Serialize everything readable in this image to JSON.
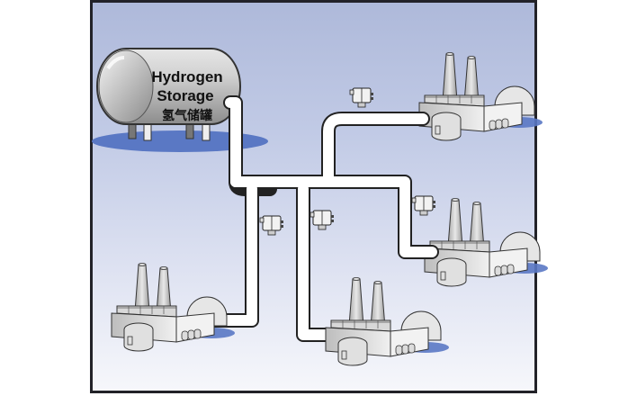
{
  "diagram": {
    "title": "Hydrogen storage distribution network",
    "storage_tank": {
      "label_line1": "Hydrogen",
      "label_line2": "Storage",
      "label_cn": "氢气储罐"
    },
    "nodes": [
      {
        "id": "plant-top-right",
        "type": "power-plant",
        "meter": true
      },
      {
        "id": "plant-middle-right",
        "type": "power-plant",
        "meter": true
      },
      {
        "id": "plant-bottom-center",
        "type": "power-plant",
        "meter": true
      },
      {
        "id": "plant-bottom-left",
        "type": "power-plant",
        "meter": true
      }
    ],
    "colors": {
      "sky_top": "#aeb9da",
      "sky_bottom": "#f6f7fb",
      "shadow": "#5a78c4",
      "pipe": "#ffffff",
      "outline": "#222222",
      "tank": "#c8c8c8"
    }
  }
}
